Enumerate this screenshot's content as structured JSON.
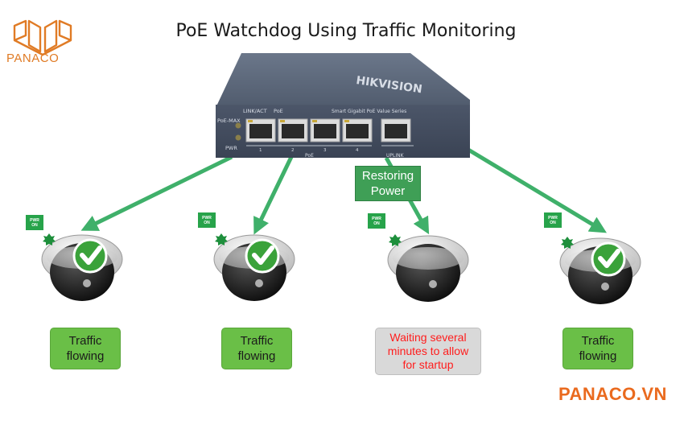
{
  "title": "PoE Watchdog Using Traffic Monitoring",
  "brand": {
    "logo_text": "PANACO",
    "website": "PANACO.VN",
    "color": "#e07b25"
  },
  "switch": {
    "brand_text": "HIKVISION",
    "series": "Smart Gigabit PoE Value Series",
    "label_link_act": "LINK/ACT",
    "label_poe": "PoE",
    "label_poe_max": "PoE-MAX",
    "label_pwr": "PWR",
    "label_poe_group": "PoE",
    "label_uplink": "UPLINK",
    "port_numbers": [
      "1",
      "2",
      "3",
      "4"
    ]
  },
  "restore_label": "Restoring\nPower",
  "cameras": [
    {
      "id": 1,
      "pwr_label": "PWR\nON",
      "status": "Traffic\nflowing",
      "check": true
    },
    {
      "id": 2,
      "pwr_label": "PWR\nON",
      "status": "Traffic\nflowing",
      "check": true
    },
    {
      "id": 3,
      "pwr_label": "PWR\nON",
      "status": "Waiting several\nminutes to allow\nfor startup",
      "check": false
    },
    {
      "id": 4,
      "pwr_label": "PWR\nON",
      "status": "Traffic\nflowing",
      "check": true
    }
  ],
  "colors": {
    "arrow": "#3fb06a",
    "status_ok": "#6abf47",
    "status_wait": "#d9d9d9",
    "wait_text": "#ff1d1d",
    "check_green": "#3aa23a",
    "switch_body": "#4a5567"
  },
  "icons": [
    "check-icon",
    "dome-camera-icon",
    "network-switch-icon",
    "panaco-logo-icon"
  ]
}
